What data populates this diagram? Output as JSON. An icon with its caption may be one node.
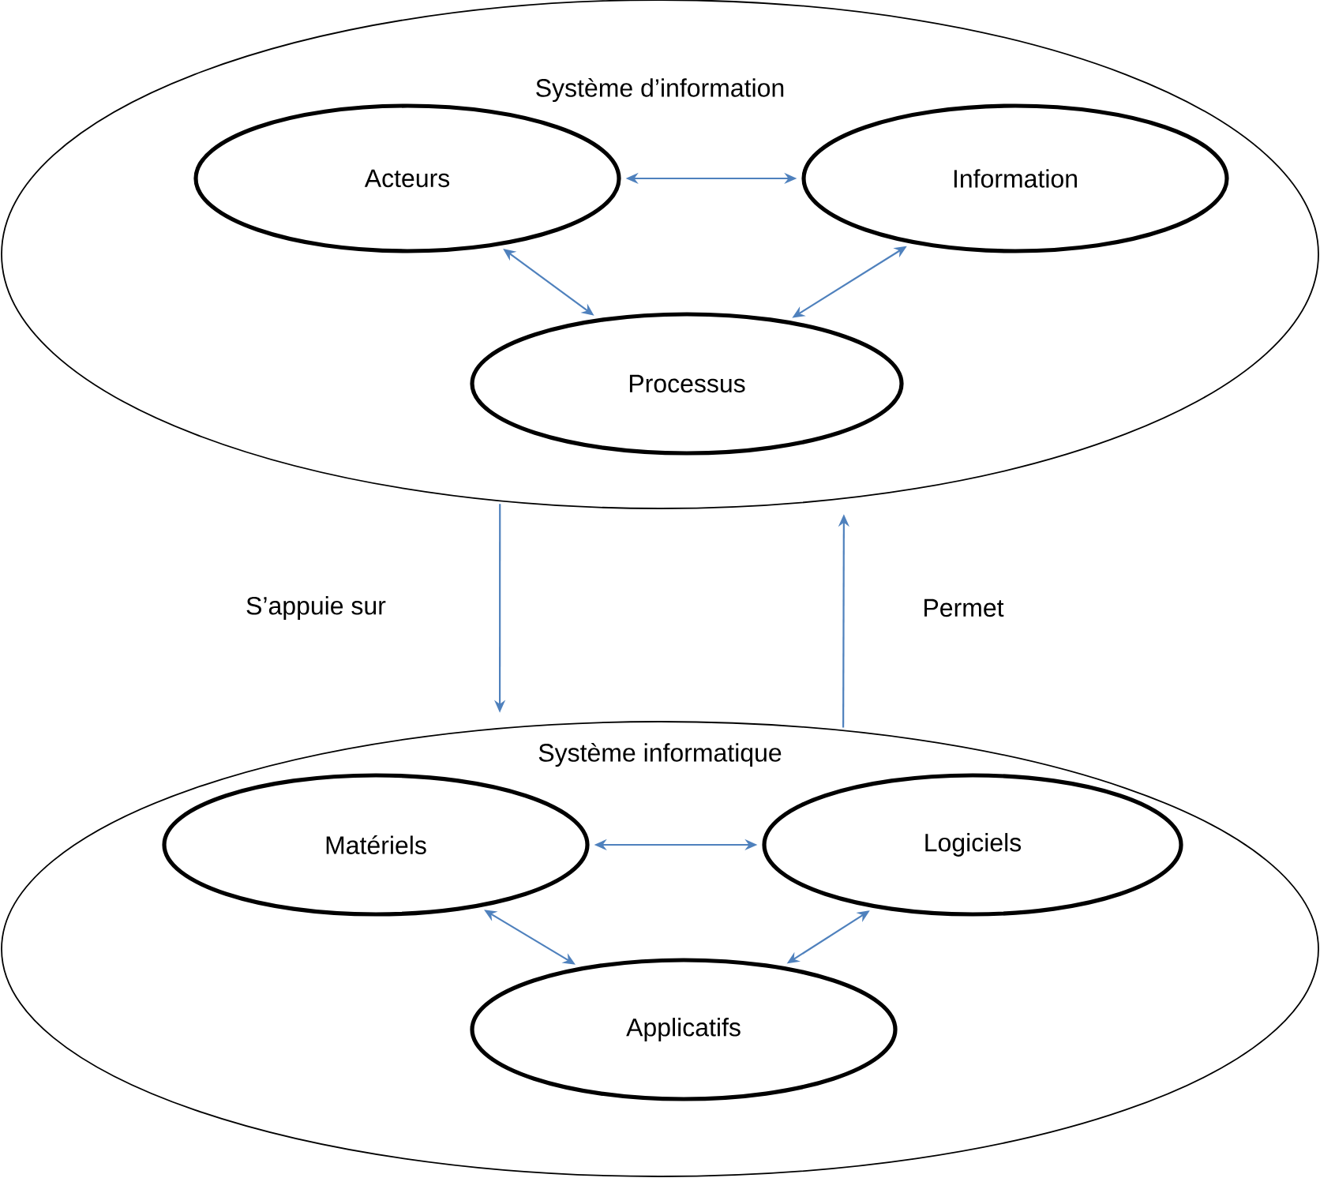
{
  "diagram": {
    "nodes": [
      {
        "text": [
          "Système d’information"
        ]
      },
      {
        "text": [
          "Acteurs"
        ],
        "in": 0
      },
      {
        "text": [
          "Information"
        ],
        "in": 0
      },
      {
        "text": [
          "Processus"
        ],
        "in": 0
      },
      {
        "text": [
          "Système informatique"
        ]
      },
      {
        "text": [
          "Matériels"
        ],
        "in": 4
      },
      {
        "text": [
          "Logiciels"
        ],
        "in": 4
      },
      {
        "text": [
          "Applicatifs"
        ],
        "in": 4
      }
    ],
    "edges": [
      {
        "from": 1,
        "to": 2,
        "arrow": "both"
      },
      {
        "from": 1,
        "to": 3,
        "arrow": "both"
      },
      {
        "from": 2,
        "to": 3,
        "arrow": "both"
      },
      {
        "from": 0,
        "to": 4,
        "arrow": "to",
        "label": "S’appuie sur"
      },
      {
        "from": 4,
        "to": 0,
        "arrow": "to",
        "label": "Permet"
      },
      {
        "from": 5,
        "to": 6,
        "arrow": "both"
      },
      {
        "from": 5,
        "to": 7,
        "arrow": "both"
      },
      {
        "from": 6,
        "to": 7,
        "arrow": "both"
      }
    ]
  }
}
